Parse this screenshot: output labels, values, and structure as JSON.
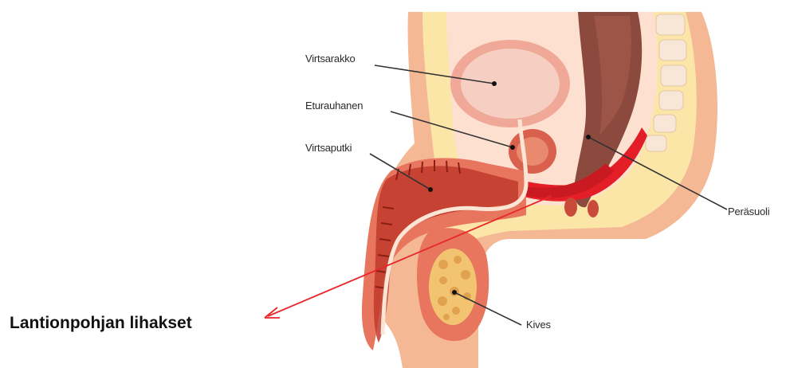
{
  "labels": {
    "virtsarakko": "Virtsarakko",
    "eturauhanen": "Eturauhanen",
    "virtsaputki": "Virtsaputki",
    "perasuoli": "Peräsuoli",
    "kives": "Kives",
    "lantionpohjan": "Lantionpohjan lihakset"
  },
  "colors": {
    "skin": "#f5b895",
    "fat": "#fbe6a8",
    "muscle_red": "#e41e26",
    "bladder": "#f7cfc2",
    "rectum": "#8c4a3e",
    "arrow": "#e8262b",
    "leader": "#333333"
  }
}
